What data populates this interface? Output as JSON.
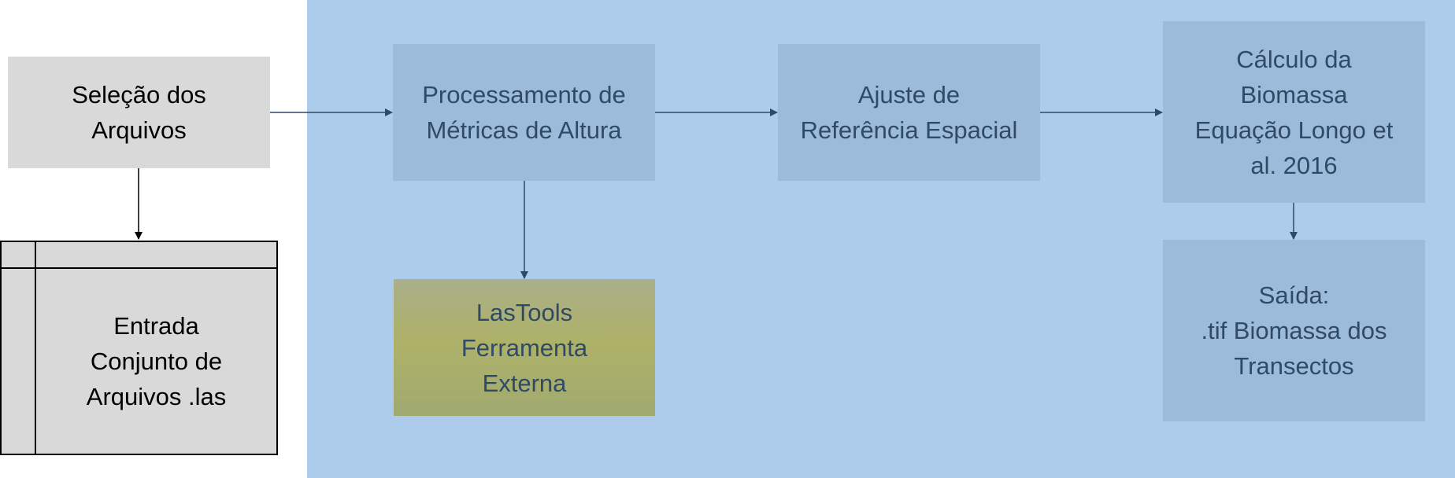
{
  "diagram": {
    "nodes": {
      "selection": {
        "label": "Seleção dos\nArquivos"
      },
      "input": {
        "label": "Entrada\nConjunto de\nArquivos .las"
      },
      "processing": {
        "label": "Processamento de\nMétricas de Altura"
      },
      "lastools": {
        "label": "LasTools\nFerramenta\nExterna"
      },
      "adjustment": {
        "label": "Ajuste de\nReferência Espacial"
      },
      "biomass": {
        "label": "Cálculo da\nBiomassa\nEquação Longo et\nal. 2016"
      },
      "output": {
        "label": "Saída:\n.tif Biomassa dos\nTransectos"
      }
    },
    "edges": [
      {
        "from": "selection",
        "to": "input"
      },
      {
        "from": "selection",
        "to": "processing"
      },
      {
        "from": "processing",
        "to": "lastools"
      },
      {
        "from": "processing",
        "to": "adjustment"
      },
      {
        "from": "adjustment",
        "to": "biomass"
      },
      {
        "from": "biomass",
        "to": "output"
      }
    ],
    "colors": {
      "panel": "#adcbea",
      "process_box": "#9cbad9",
      "input_box": "#d9d9d9",
      "external_tool": "#aeb168",
      "process_text": "#2e4a66",
      "connector": "#2e4a66"
    }
  }
}
